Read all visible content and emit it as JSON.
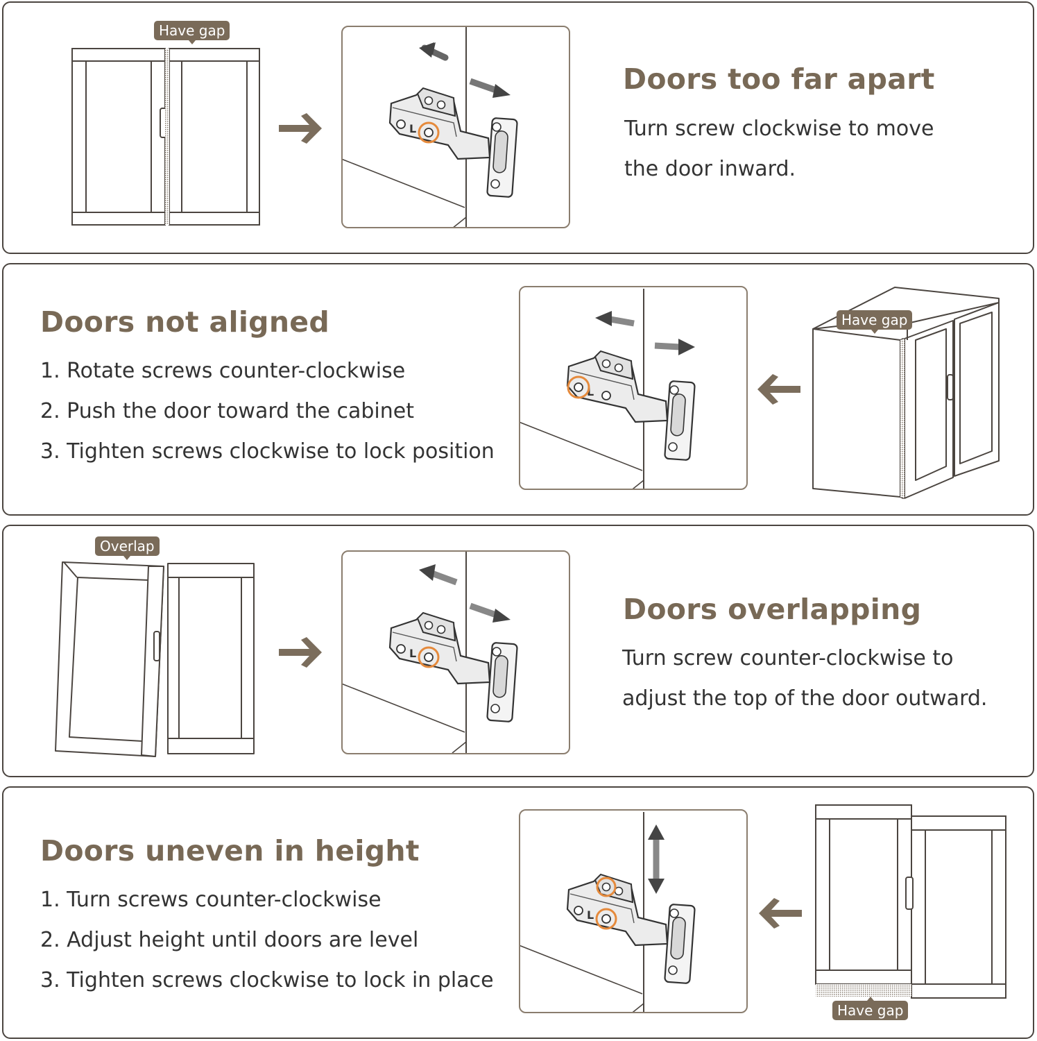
{
  "theme": {
    "accent": "#786956",
    "text": "#333333",
    "line": "#4b4540",
    "highlight": "#e58a3c",
    "arrow": "#7b6d5c"
  },
  "icons": [
    "arrow-right-icon",
    "arrow-left-icon",
    "double-arrow-icon",
    "vertical-double-arrow-icon",
    "screw-highlight-icon"
  ],
  "sections": [
    {
      "title": "Doors too far apart",
      "lines": [
        "Turn screw clockwise to move",
        "the door inward."
      ],
      "tag": "Have gap"
    },
    {
      "title": "Doors not aligned",
      "lines": [
        "1. Rotate screws counter-clockwise",
        "2. Push the door toward the cabinet",
        "3. Tighten screws clockwise to lock position"
      ],
      "tag": "Have gap"
    },
    {
      "title": "Doors overlapping",
      "lines": [
        "Turn screw counter-clockwise to",
        "adjust the top of the door outward."
      ],
      "tag": "Overlap"
    },
    {
      "title": "Doors uneven in height",
      "lines": [
        "1. Turn screws counter-clockwise",
        "2. Adjust height until doors are level",
        "3. Tighten screws clockwise to lock in place"
      ],
      "tag": "Have gap"
    }
  ]
}
